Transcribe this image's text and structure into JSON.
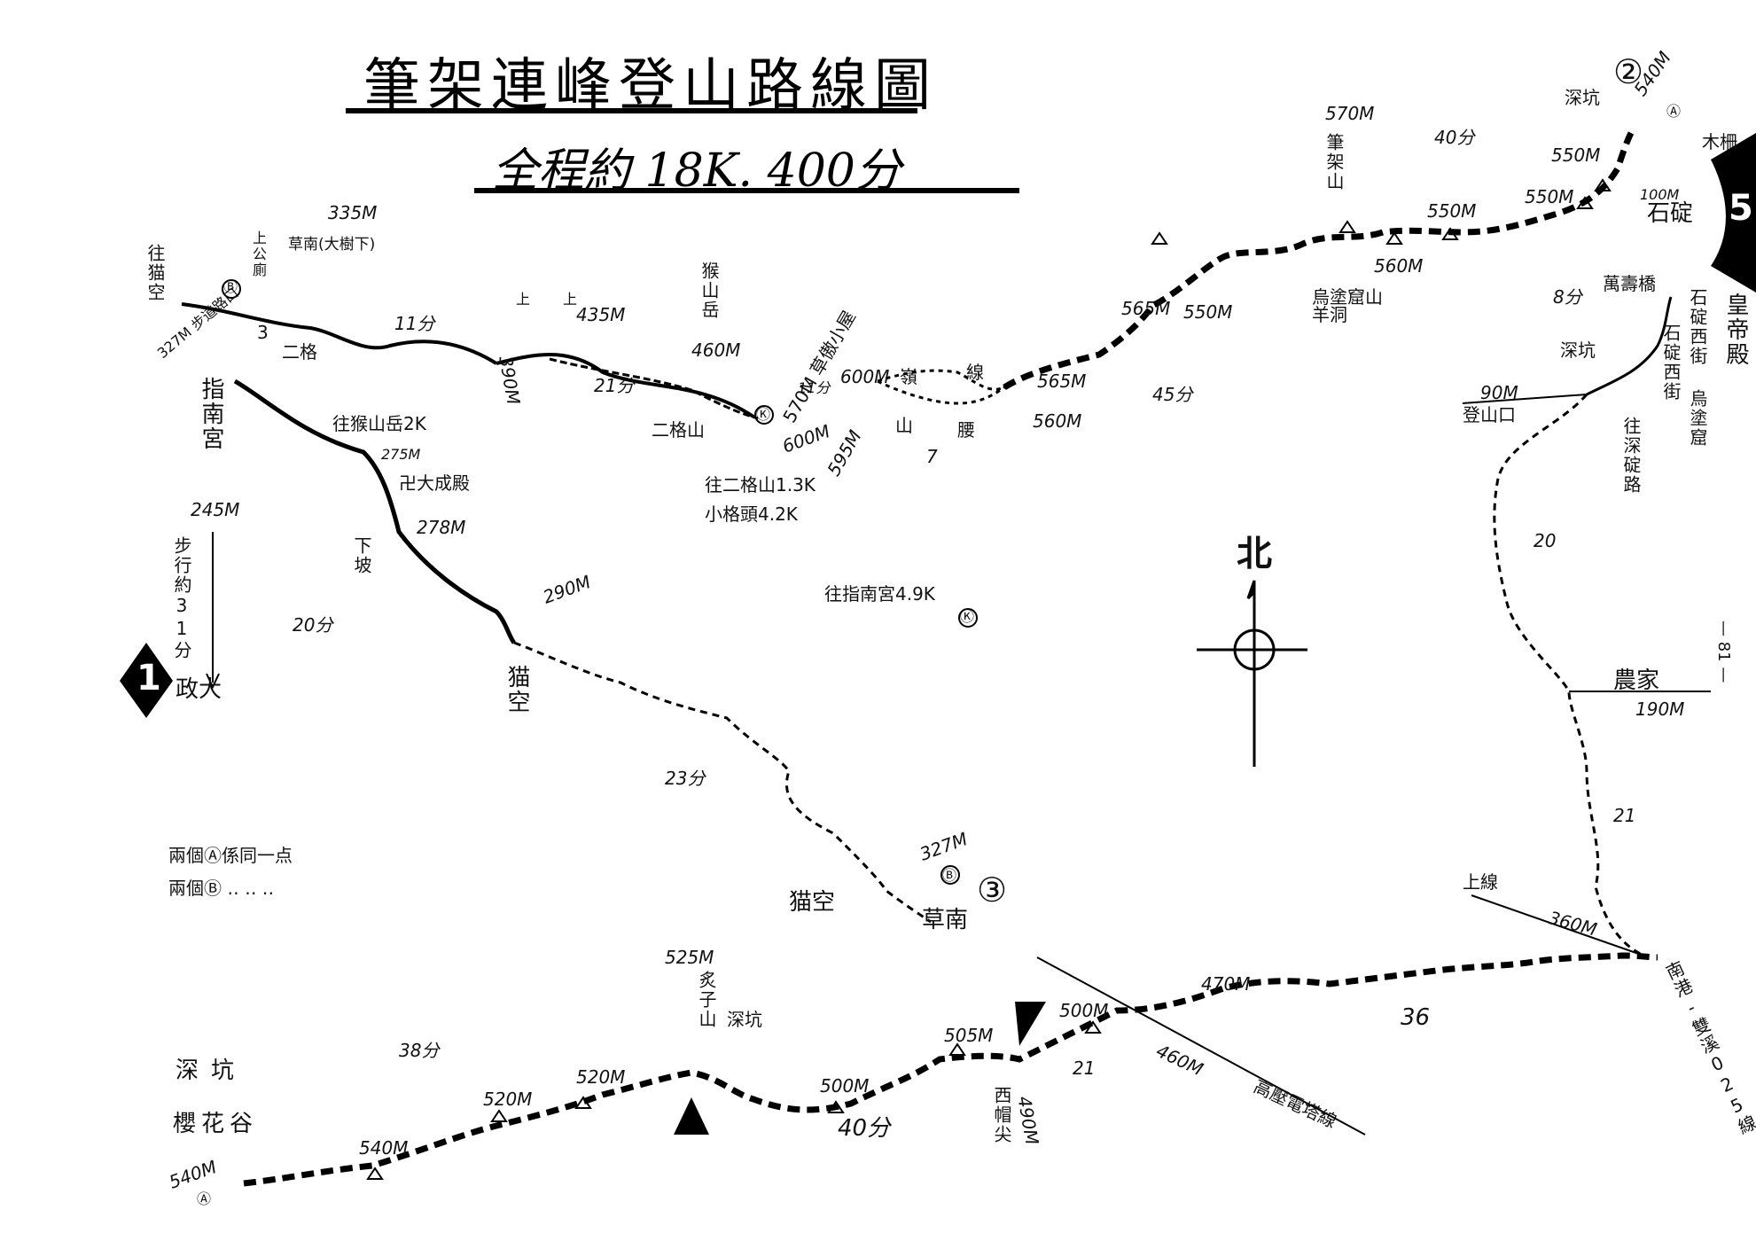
{
  "title": "筆架連峰登山路線圖",
  "subtitle": "全程約  18K.  400分",
  "page_number": "— 81 —",
  "north_label": "北",
  "legend": {
    "line_a": "兩個Ⓐ係同一点",
    "line_b": "兩個Ⓑ ‥ ‥ ‥"
  },
  "route_markers": {
    "m1": "1",
    "m2": "②",
    "m3": "③",
    "m5": "5"
  },
  "labels": {
    "l01": "往猫空",
    "l02": "Ⓑ",
    "l03": "上公廁",
    "l04": "335M",
    "l05": "草南(大樹下)",
    "l06": "二格",
    "l07": "3",
    "l08": "327M 步道路口",
    "l09": "11分",
    "l10": "上",
    "l11": "上",
    "l12": "435M",
    "l13": "390M",
    "l14": "21分",
    "l15": "猴山岳",
    "l16": "460M",
    "l17": "570M 草傲小屋",
    "l18": "Ⓚ",
    "l19": "二格山",
    "l20": "往二格山1.3K",
    "l21": "小格頭4.2K",
    "l22": "11分",
    "l23": "600M",
    "l24": "600M",
    "l25": "595M",
    "l26": "嶺",
    "l27": "線",
    "l28": "山",
    "l29": "腰",
    "l30": "7",
    "l31": "565M",
    "l32": "565M",
    "l33": "550M",
    "l34": "560M",
    "l35": "45分",
    "l36": "570M",
    "l37": "筆架山",
    "l38": "560M",
    "l39": "烏塗窟山羊洞",
    "l40": "550M",
    "l41": "40分",
    "l42": "550M",
    "l43": "550M",
    "l44": "深坑",
    "l45": "540M",
    "l46": "Ⓐ",
    "l47": "木柵",
    "l48": "100M",
    "l49": "石碇",
    "l50": "萬壽橋",
    "l51": "8分",
    "l52": "深坑",
    "l53": "石碇西街",
    "l54": "石碇西街 烏塗窟",
    "l55": "皇帝殿",
    "l56": "往深碇路",
    "l57": "90M",
    "l58": "登山口",
    "l59": "指南宮",
    "l60": "245M",
    "l61": "步行約31分",
    "l62": "政大",
    "l63": "往猴山岳2K",
    "l64": "275M",
    "l65": "卍大成殿",
    "l66": "278M",
    "l67": "下坡",
    "l68": "20分",
    "l69": "290M",
    "l70": "猫空",
    "l71": "往指南宮4.9K",
    "l72": "Ⓚ",
    "l73": "23分",
    "l74": "327M",
    "l75": "Ⓑ",
    "l76": "猫空",
    "l77": "草南",
    "l78": "20",
    "l79": "農家",
    "l80": "190M",
    "l81": "21",
    "l82": "上線",
    "l83": "360M",
    "l84": "南港-雙溪025線",
    "l85": "470M",
    "l86": "36",
    "l87": "500M",
    "l88": "460M",
    "l89": "高壓電塔線",
    "l90": "21",
    "l91": "505M",
    "l92": "490M",
    "l93": "西帽尖",
    "l94": "500M",
    "l95": "40分",
    "l96": "525M",
    "l97": "炙子山",
    "l98": "深坑",
    "l99": "520M",
    "l100": "520M",
    "l101": "38分",
    "l102": "540M",
    "l103": "深坑",
    "l104": "櫻花谷",
    "l105": "540M",
    "l106": "Ⓐ"
  }
}
